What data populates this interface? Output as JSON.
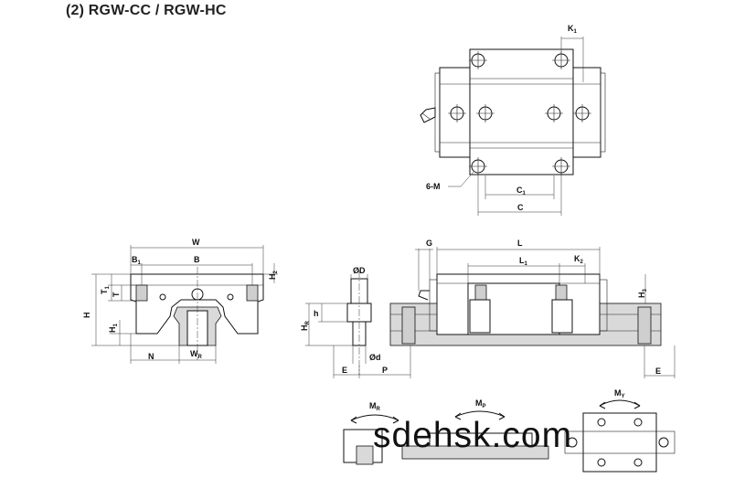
{
  "title": "(2) RGW-CC / RGW-HC",
  "watermark": "sdehsk.com",
  "top_view": {
    "K1": "K",
    "K1_sub": "1",
    "C1": "C",
    "C1_sub": "1",
    "C": "C",
    "six_m": "6-M"
  },
  "front_view": {
    "W": "W",
    "B1": "B",
    "B1_sub": "1",
    "B": "B",
    "H2": "H",
    "H2_sub": "2",
    "H": "H",
    "T1": "T",
    "T1_sub": "1",
    "T": "T",
    "H1": "H",
    "H1_sub": "1",
    "N": "N",
    "WR": "W",
    "WR_sub": "R"
  },
  "side_view": {
    "phiD": "ØD",
    "h": "h",
    "HR": "H",
    "HR_sub": "R",
    "phid": "Ød",
    "E_left": "E",
    "P": "P",
    "G": "G",
    "L": "L",
    "L1": "L",
    "L1_sub": "1",
    "K2": "K",
    "K2_sub": "2",
    "H3": "H",
    "H3_sub": "3",
    "E_right": "E"
  },
  "moments": {
    "MR": "M",
    "MR_sub": "R",
    "MP": "M",
    "MP_sub": "P",
    "MY": "M",
    "MY_sub": "Y"
  }
}
